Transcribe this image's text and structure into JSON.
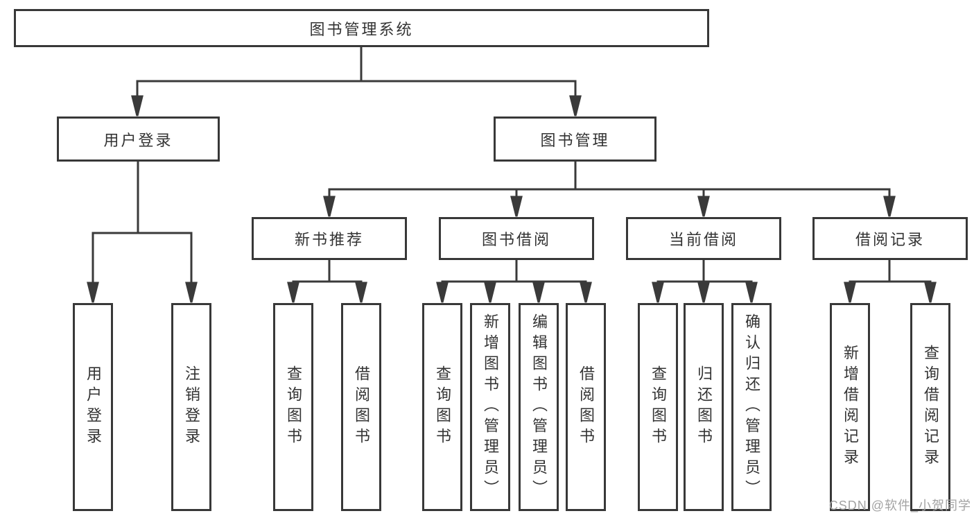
{
  "tree": {
    "label": "图书管理系统",
    "children": [
      {
        "label": "用户登录",
        "children": [
          {
            "label": "用户登录"
          },
          {
            "label": "注销登录"
          }
        ]
      },
      {
        "label": "图书管理",
        "children": [
          {
            "label": "新书推荐",
            "children": [
              {
                "label": "查询图书"
              },
              {
                "label": "借阅图书"
              }
            ]
          },
          {
            "label": "图书借阅",
            "children": [
              {
                "label": "查询图书"
              },
              {
                "label": "新增图书（管理员）"
              },
              {
                "label": "编辑图书（管理员）"
              },
              {
                "label": "借阅图书"
              }
            ]
          },
          {
            "label": "当前借阅",
            "children": [
              {
                "label": "查询图书"
              },
              {
                "label": "归还图书"
              },
              {
                "label": "确认归还（管理员）"
              }
            ]
          },
          {
            "label": "借阅记录",
            "children": [
              {
                "label": "新增借阅记录"
              },
              {
                "label": "查询借阅记录"
              }
            ]
          }
        ]
      }
    ]
  },
  "watermark": "CSDN @软件_小贺同学",
  "colors": {
    "line": "#3a3a3a",
    "box_border": "#383838",
    "text": "#333333",
    "watermark": "#a3a3a3",
    "background": "#ffffff"
  }
}
